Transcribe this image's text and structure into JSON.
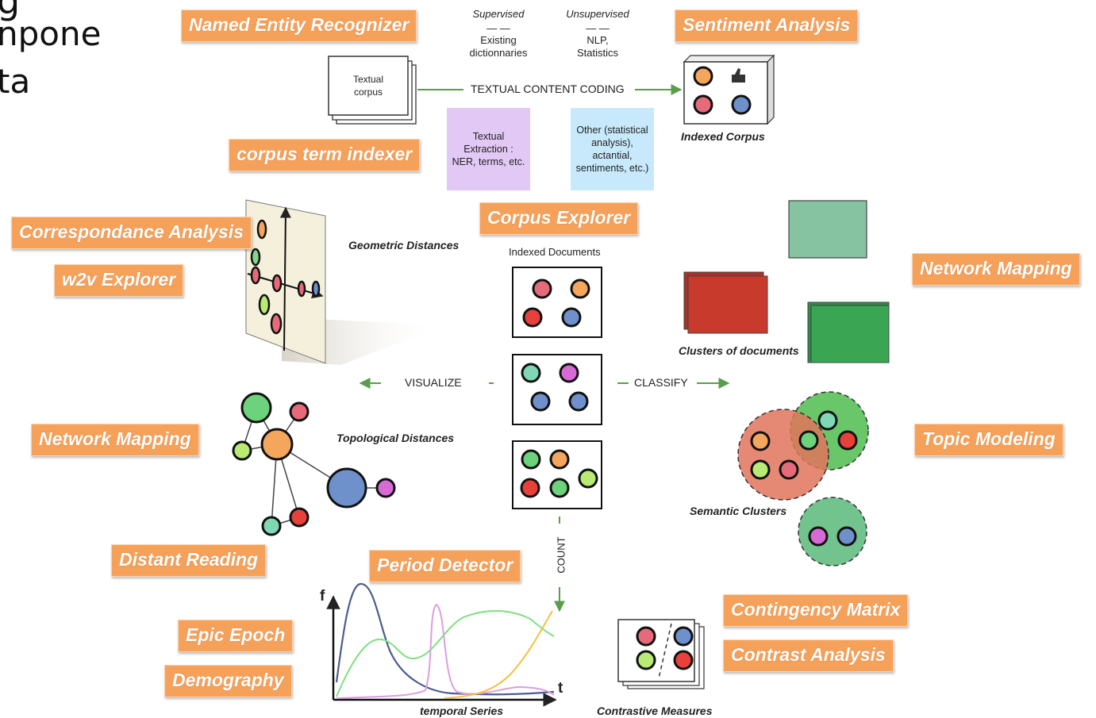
{
  "slide_title_fragments": [
    "g",
    "npone",
    "ta"
  ],
  "tags": {
    "ner": "Named Entity Recognizer",
    "sentiment": "Sentiment Analysis",
    "term_indexer": "corpus term indexer",
    "corpus_explorer": "Corpus Explorer",
    "correspondance": "Correspondance Analysis",
    "w2v": "w2v Explorer",
    "network_mapping_right": "Network Mapping",
    "network_mapping_left": "Network Mapping",
    "topic_modeling": "Topic Modeling",
    "distant_reading": "Distant Reading",
    "period_detector": "Period Detector",
    "contingency_matrix": "Contingency Matrix",
    "contrast_analysis": "Contrast Analysis",
    "epic_epoch": "Epic Epoch",
    "demography": "Demography"
  },
  "header": {
    "supervised": "Supervised",
    "supervised_detail": [
      "Existing",
      "dictionnaries"
    ],
    "unsupervised": "Unsupervised",
    "unsupervised_detail": [
      "NLP,",
      "Statistics"
    ],
    "dash": "— —"
  },
  "textual_corpus": [
    "Textual",
    "corpus"
  ],
  "textual_content_coding": "TEXTUAL CONTENT CODING",
  "extraction_box": [
    "Textual",
    "Extraction :",
    "NER, terms, etc."
  ],
  "other_box": [
    "Other (statistical",
    "analysis),",
    "actantial,",
    "sentiments, etc.)"
  ],
  "indexed_corpus": "Indexed Corpus",
  "geometric_distances": "Geometric Distances",
  "indexed_documents": "Indexed Documents",
  "clusters_of_documents": "Clusters of documents",
  "visualize": "VISUALIZE",
  "classify": "CLASSIFY",
  "topological_distances": "Topological Distances",
  "semantic_clusters": "Semantic Clusters",
  "count": "COUNT",
  "temporal_series": "temporal Series",
  "contrastive_measures": "Contrastive Measures",
  "axis_f": "f",
  "axis_t": "t",
  "colors": {
    "tag_orange": "#f6a15a",
    "purple_box": "#e2c8f5",
    "blue_box": "#c7e9fb",
    "arrow_green": "#5a9e4a",
    "cluster_red": "#c83a2c",
    "cluster_green": "#3aa552",
    "cluster_teal": "#86c3a0"
  }
}
